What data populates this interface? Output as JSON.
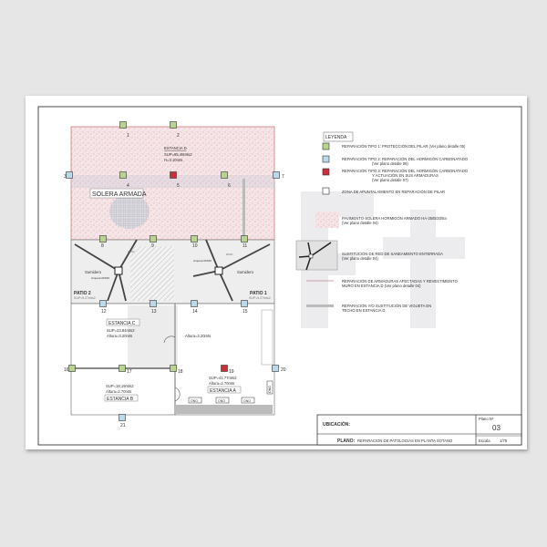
{
  "legend": {
    "title": "LEYENDA",
    "items": [
      {
        "l1": "REPARACIÓN TIPO 1: PROTECCIÓN DEL PILAR  (Ver plano detalle 05)",
        "l2": "",
        "l3": ""
      },
      {
        "l1": "REPARACIÓN TIPO 2: REPARACIÓN DEL HORMIGÓN CARBONATADO",
        "l2": "(Ver plano detalle 06)",
        "l3": ""
      },
      {
        "l1": "REPARACIÓN TIPO 3: REPARACIÓN DEL HORMIGÓN CARBONATADO",
        "l2": "Y ACTUACIÓN EN SUS ARMADURAS",
        "l3": "(Ver plano detalle 07)"
      },
      {
        "l1": "ZONA DE APUNTALAMIENTO EN REPARACIÓN DE PILAR",
        "l2": "",
        "l3": ""
      },
      {
        "l1": "PAVIMENTO-SOLERA HORMIGÓN ARMADO HA-25/B/20/IIa",
        "l2": "(Ver plano detalle 04)",
        "l3": ""
      },
      {
        "l1": "SUSTITUCIÓN DE RED DE SANEAMIENTO ENTERRADA",
        "l2": "(Ver plano detalle 04)",
        "l3": ""
      },
      {
        "l1": "REPARACIÓN DE ARMADURAS AFECTADAS Y REVESTIMIENTO",
        "l2": "MURO EN ESTANCIA D  (Ver plano detalle 04)",
        "l3": ""
      },
      {
        "l1": "REPARACIÓN Y/O SUSTITUCIÓN DE VIGUETA EN",
        "l2": "TECHO EN ESTANCIA D.",
        "l3": ""
      }
    ]
  },
  "colors": {
    "tipo1": "#b9d48f",
    "tipo2": "#bcd9ea",
    "tipo3": "#c8303a",
    "solera": "#e9a3ad",
    "background": "#e6e6e6"
  },
  "title_block": {
    "ubicacion_label": "UBICACIÓN:",
    "plano_label": "PLANO:",
    "plano_value": "REPARACION DE PATOLOGIAS EN PLANTA SOTANO",
    "plano_num_label": "Plano Nº",
    "plano_num": "03",
    "escala_label": "Escala",
    "escala_value": "1/75"
  },
  "plan": {
    "estancia_d": {
      "name": "ESTANCIA D",
      "sup": "SUP=85.48mts2",
      "alt": "H=3.10mts"
    },
    "solera": "SOLERA ARMADA",
    "sumidero": "Sumidero",
    "arqueta": "Arqueta 60X60",
    "diam": "Ø200",
    "patio2": {
      "name": "PATIO 2",
      "sup": "SUP=9.27mts2"
    },
    "patio1": {
      "name": "PATIO 1",
      "sup": "SUP=9.27mts2"
    },
    "estancia_c": {
      "name": "ESTANCIA C",
      "sup": "SUP=23.84mts2",
      "alt": "Altura=3.20mts"
    },
    "pasillo_alt": "Altura=3.20mts",
    "estancia_b": {
      "name": "ESTANCIA B",
      "sup": "SUP=19.19mts2",
      "alt": "Altura=2.70mts"
    },
    "estancia_a": {
      "name": "ESTANCIA A",
      "sup": "SUP=41.77mts2",
      "alt": "Altura=2.70mts"
    },
    "ono": "ONO",
    "pillars": [
      {
        "n": "1",
        "type": "tipo1"
      },
      {
        "n": "2",
        "type": "tipo1"
      },
      {
        "n": "3",
        "type": "tipo2"
      },
      {
        "n": "4",
        "type": "tipo1"
      },
      {
        "n": "5",
        "type": "tipo3"
      },
      {
        "n": "6",
        "type": "tipo1"
      },
      {
        "n": "7",
        "type": "tipo2"
      },
      {
        "n": "8",
        "type": "tipo1"
      },
      {
        "n": "9",
        "type": "tipo1"
      },
      {
        "n": "10",
        "type": "tipo1"
      },
      {
        "n": "11",
        "type": "tipo1"
      },
      {
        "n": "12",
        "type": "tipo2"
      },
      {
        "n": "13",
        "type": "tipo2"
      },
      {
        "n": "14",
        "type": "tipo2"
      },
      {
        "n": "15",
        "type": "tipo2"
      },
      {
        "n": "16",
        "type": "tipo1"
      },
      {
        "n": "17",
        "type": "tipo1"
      },
      {
        "n": "18",
        "type": "tipo1"
      },
      {
        "n": "19",
        "type": "tipo3"
      },
      {
        "n": "20",
        "type": "tipo2"
      },
      {
        "n": "21",
        "type": "tipo2"
      }
    ]
  }
}
